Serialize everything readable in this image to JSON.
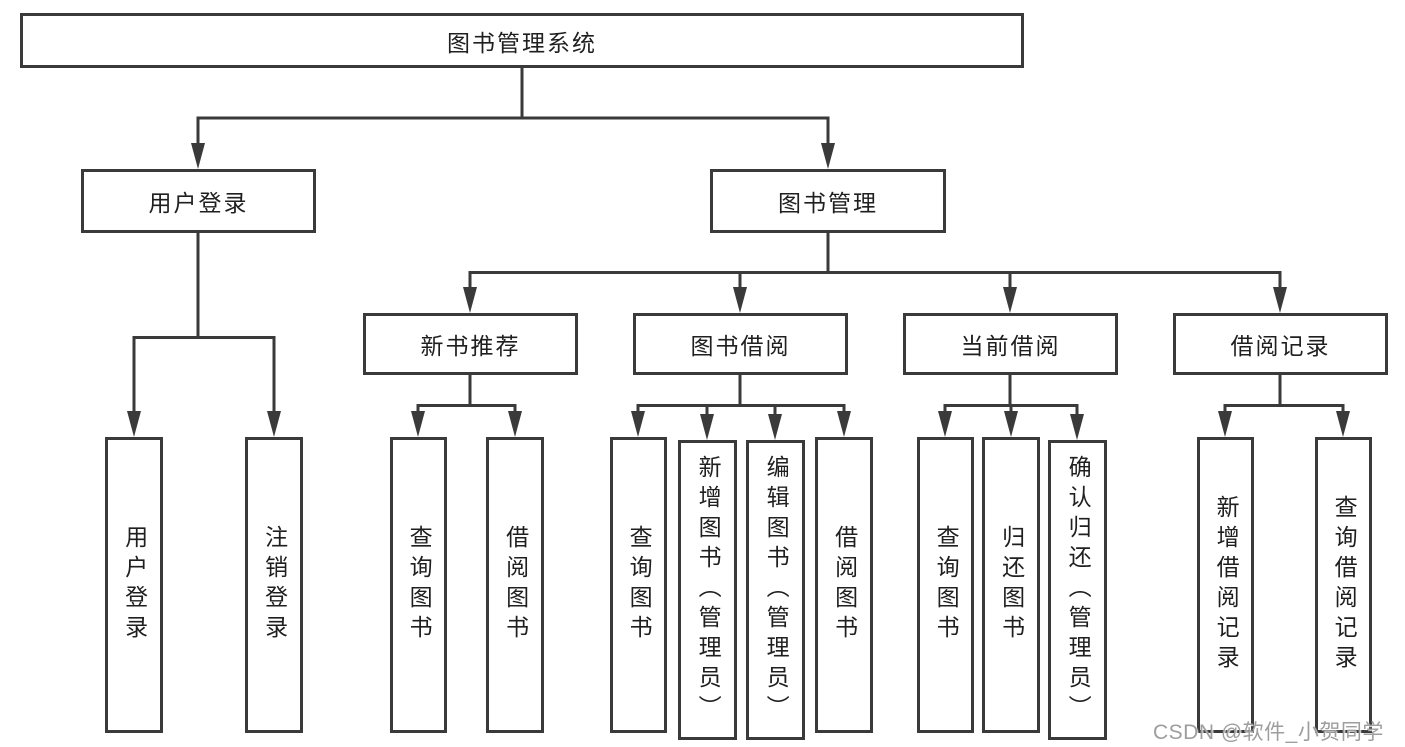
{
  "tree": {
    "root": {
      "label": "图书管理系统"
    },
    "branches": [
      {
        "label": "用户登录",
        "children": [
          "用户登录",
          "注销登录"
        ]
      },
      {
        "label": "图书管理",
        "sections": [
          {
            "label": "新书推荐",
            "children": [
              "查询图书",
              "借阅图书"
            ]
          },
          {
            "label": "图书借阅",
            "children": [
              "查询图书",
              "新增图书（管理员）",
              "编辑图书（管理员）",
              "借阅图书"
            ]
          },
          {
            "label": "当前借阅",
            "children": [
              "查询图书",
              "归还图书",
              "确认归还（管理员）"
            ]
          },
          {
            "label": "借阅记录",
            "children": [
              "新增借阅记录",
              "查询借阅记录"
            ]
          }
        ]
      }
    ]
  },
  "watermark": {
    "text": "CSDN @软件_小贺同学"
  },
  "colors": {
    "line": "#3a3a3a",
    "box_border": "#3a3a3a",
    "text": "#1f1f1f",
    "background": "#ffffff",
    "watermark": "#9e9e9e"
  }
}
